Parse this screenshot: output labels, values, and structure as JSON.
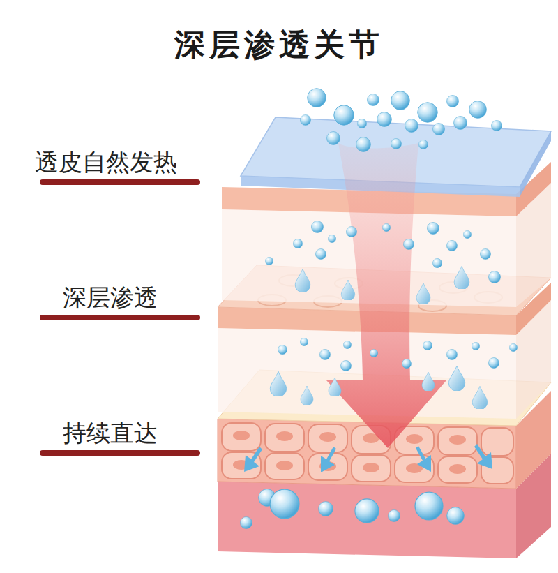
{
  "diagram": {
    "title": "深层渗透关节",
    "labels": [
      "透皮自然发热",
      "深层渗透",
      "持续直达"
    ]
  }
}
